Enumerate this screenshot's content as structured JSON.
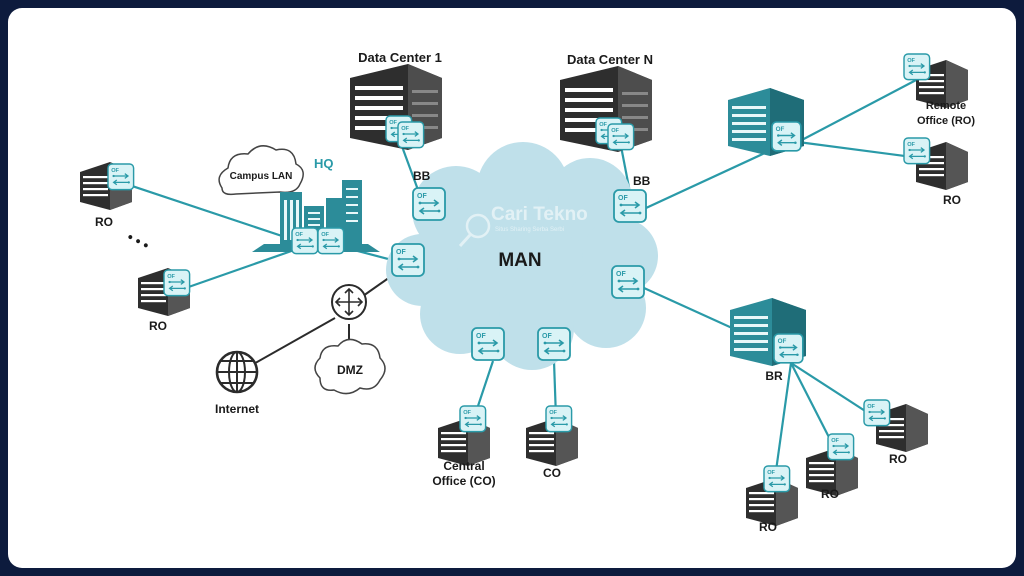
{
  "labels": {
    "dc1": "Data Center 1",
    "dcn": "Data Center N",
    "hq": "HQ",
    "campus_lan": "Campus LAN",
    "bb_left": "BB",
    "bb_right": "BB",
    "man": "MAN",
    "internet": "Internet",
    "dmz": "DMZ",
    "central_office_line1": "Central",
    "central_office_line2": "Office (CO)",
    "co": "CO",
    "br": "BR",
    "remote_office_line1": "Remote",
    "remote_office_line2": "Office (RO)",
    "ro": "RO",
    "of": "OF",
    "ellipsis": "• • •"
  },
  "watermark": {
    "brand": "Cari Tekno",
    "tagline": "Situs Sharing Serba Serbi"
  },
  "colors": {
    "frame": "#0d1b3d",
    "link": "#2a9aa8",
    "switch_fill": "#d9f3f6",
    "switch_stroke": "#2a9aa8",
    "cloud": "#bfe0ea",
    "building_dark": "#333333",
    "building_teal": "#2c8c99"
  }
}
